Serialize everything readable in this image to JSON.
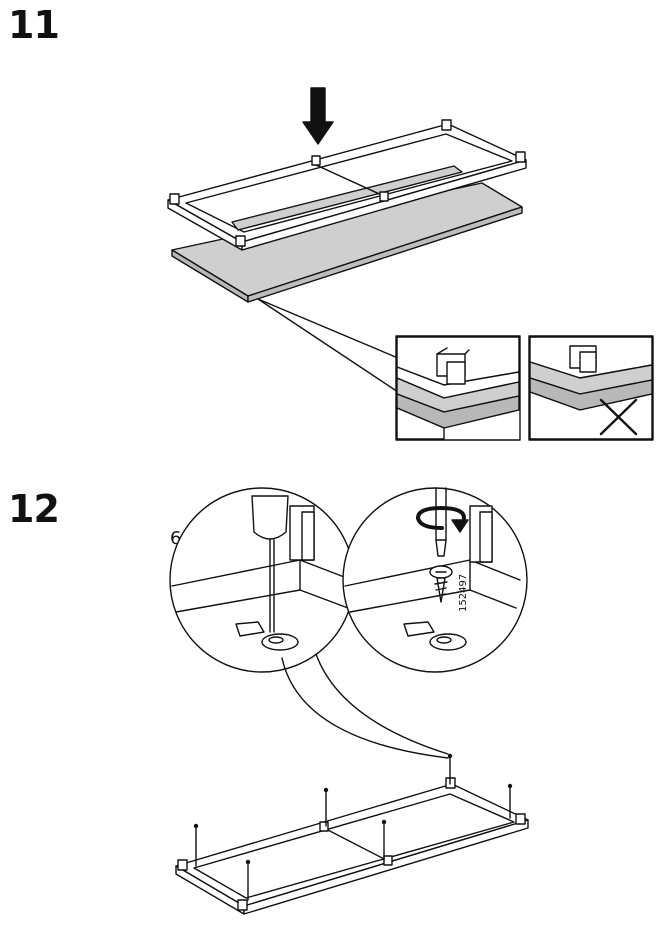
{
  "steps": [
    {
      "number": "11"
    },
    {
      "number": "12",
      "quantity": "6x",
      "part_code": "152497"
    }
  ],
  "colors": {
    "line": "#111111",
    "board": "#cfcfcf",
    "board_dark": "#b8b8b8",
    "paper": "#ffffff"
  },
  "icons": {
    "down_arrow": "down-arrow-icon",
    "rotate_arrow": "rotate-clockwise-icon",
    "wrong_cross": "cross-mark-icon",
    "screw": "screw-icon",
    "screwdriver": "screwdriver-icon"
  }
}
